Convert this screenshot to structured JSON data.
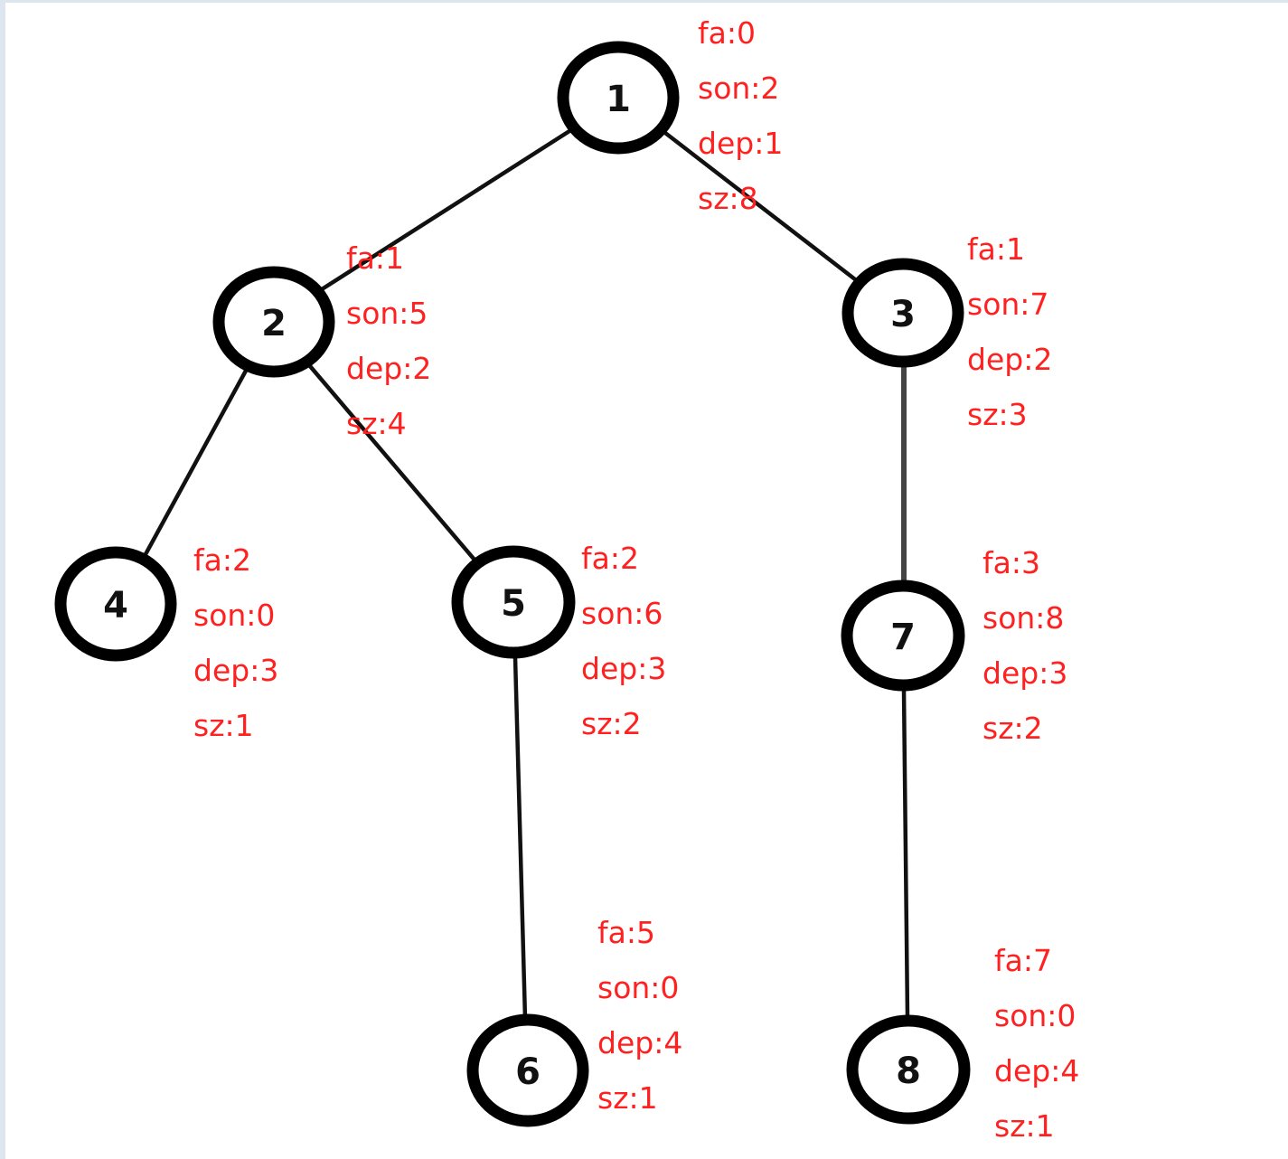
{
  "tree": {
    "nodes": [
      {
        "id": "1",
        "fa": "fa:0",
        "son": "son:2",
        "dep": "dep:1",
        "sz": "sz:8"
      },
      {
        "id": "2",
        "fa": "fa:1",
        "son": "son:5",
        "dep": "dep:2",
        "sz": "sz:4"
      },
      {
        "id": "3",
        "fa": "fa:1",
        "son": "son:7",
        "dep": "dep:2",
        "sz": "sz:3"
      },
      {
        "id": "4",
        "fa": "fa:2",
        "son": "son:0",
        "dep": "dep:3",
        "sz": "sz:1"
      },
      {
        "id": "5",
        "fa": "fa:2",
        "son": "son:6",
        "dep": "dep:3",
        "sz": "sz:2"
      },
      {
        "id": "6",
        "fa": "fa:5",
        "son": "son:0",
        "dep": "dep:4",
        "sz": "sz:1"
      },
      {
        "id": "7",
        "fa": "fa:3",
        "son": "son:8",
        "dep": "dep:3",
        "sz": "sz:2"
      },
      {
        "id": "8",
        "fa": "fa:7",
        "son": "son:0",
        "dep": "dep:4",
        "sz": "sz:1"
      }
    ],
    "edges": [
      {
        "from": "1",
        "to": "2"
      },
      {
        "from": "1",
        "to": "3"
      },
      {
        "from": "2",
        "to": "4"
      },
      {
        "from": "2",
        "to": "5"
      },
      {
        "from": "5",
        "to": "6"
      },
      {
        "from": "3",
        "to": "7"
      },
      {
        "from": "7",
        "to": "8"
      }
    ],
    "colors": {
      "info_text": "#ff2020",
      "node_ring": "#000000",
      "edge": "#111111"
    }
  }
}
